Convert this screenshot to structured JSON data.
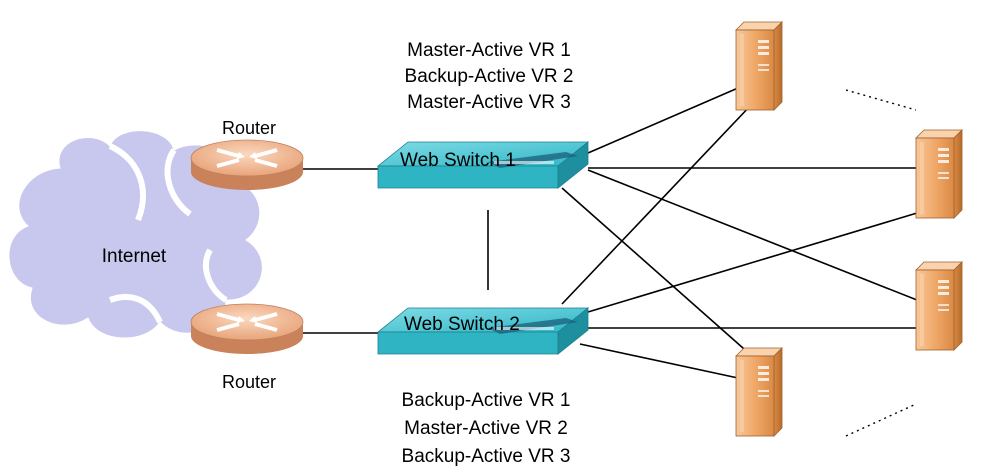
{
  "labels": {
    "internet": "Internet",
    "router_top": "Router",
    "router_bottom": "Router",
    "switch1": "Web Switch 1",
    "switch2": "Web Switch 2"
  },
  "switch1_roles": [
    "Master-Active VR 1",
    "Backup-Active VR 2",
    "Master-Active VR 3"
  ],
  "switch2_roles": [
    "Backup-Active VR 1",
    "Master-Active VR 2",
    "Backup-Active VR 3"
  ],
  "colors": {
    "cloud": "#c8c8ee",
    "router": "#f0b896",
    "switch": "#2fb4c4",
    "server": "#f0a868",
    "line": "#000000"
  }
}
